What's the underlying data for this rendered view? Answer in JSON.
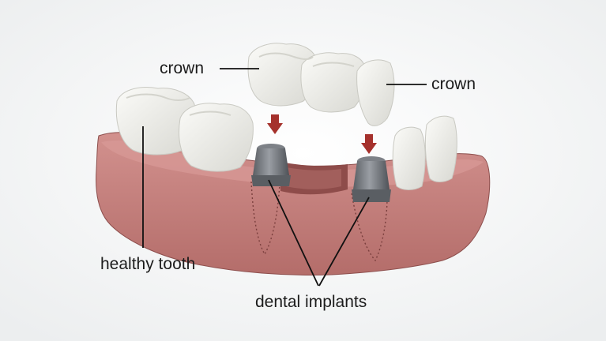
{
  "diagram": {
    "labels": {
      "crown_left": "crown",
      "crown_right": "crown",
      "healthy_tooth": "healthy tooth",
      "dental_implants": "dental implants"
    }
  },
  "colors": {
    "background": "#f4f5f6",
    "gum": "#c57f7c",
    "gum_dark": "#9b5a58",
    "tooth": "#f3f3ef",
    "tooth_shade": "#dcdcd6",
    "implant": "#6f7379",
    "arrow": "#a5312c",
    "leader_line": "#111111"
  },
  "icons": [
    "down-arrow-icon",
    "down-arrow-icon"
  ]
}
